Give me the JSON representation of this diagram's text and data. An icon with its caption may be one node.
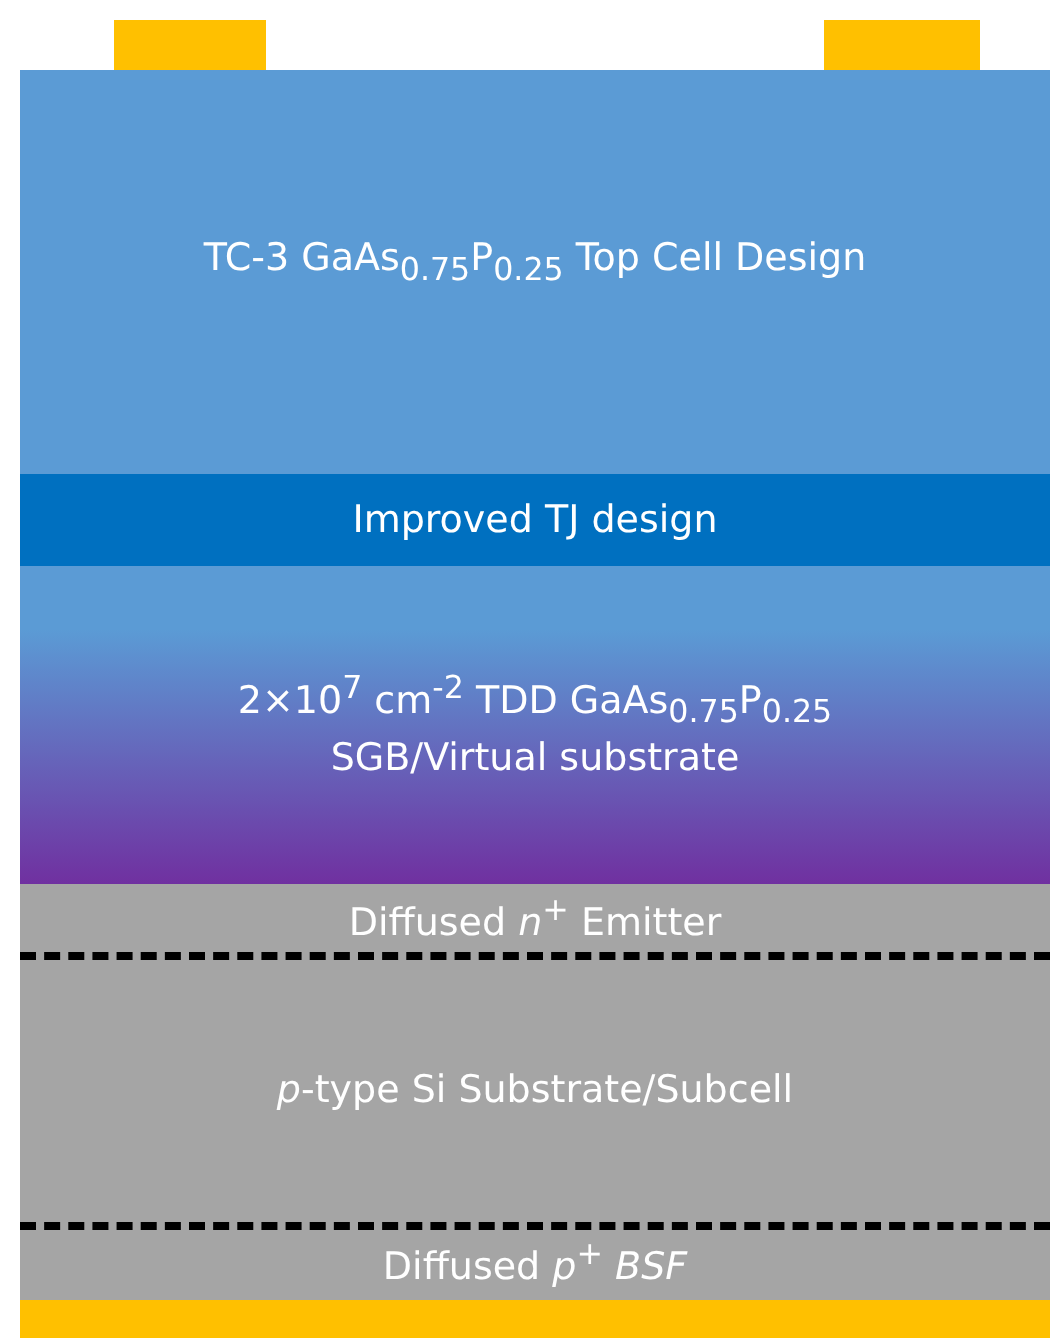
{
  "diagram": {
    "nodes": [
      {
        "text": [],
        "shape": "bar"
      },
      {
        "text": [],
        "shape": "bar"
      },
      {
        "text": [
          "TC-3 GaAs$_{0.75}$P$_{0.25}$ Top Cell Design"
        ]
      },
      {
        "text": [
          "Improved TJ design"
        ]
      },
      {
        "text": [
          "2×10$^{7}$ cm$^{-2}$ TDD GaAs$_{0.75}$P$_{0.25}$ SGB/Virtual substrate"
        ]
      },
      {
        "text": [
          "Diffused *n*$^{+}$ Emitter"
        ]
      },
      {
        "text": [
          "*p*-type Si Substrate/Subcell"
        ]
      },
      {
        "text": [
          "Diffused *p*$^{+}$ *BSF*"
        ]
      },
      {
        "text": [],
        "shape": "bar"
      }
    ]
  }
}
